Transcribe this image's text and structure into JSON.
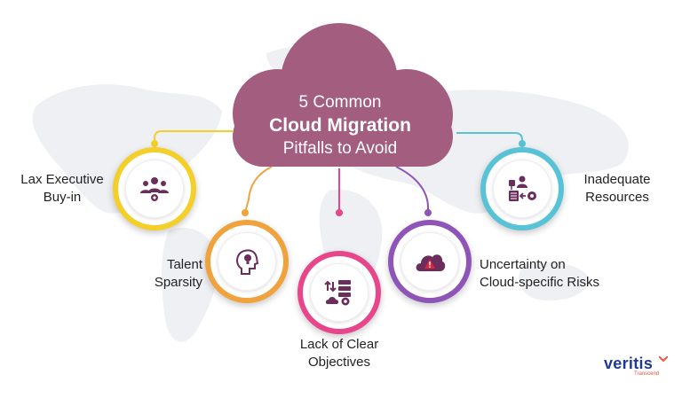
{
  "title": {
    "line1": "5 Common",
    "line2": "Cloud Migration",
    "line3": "Pitfalls to Avoid"
  },
  "pitfalls": [
    {
      "line1": "Lax Executive",
      "line2": "Buy-in",
      "icon": "team-gear-icon",
      "color": "#f5cf29"
    },
    {
      "line1": "Talent",
      "line2": "Sparsity",
      "icon": "head-lightbulb-icon",
      "color": "#f0a23c"
    },
    {
      "line1": "Lack of Clear",
      "line2": "Objectives",
      "icon": "server-cloud-gear-icon",
      "color": "#e8458b"
    },
    {
      "line1": "Uncertainty on",
      "line2": "Cloud-specific Risks",
      "icon": "cloud-warning-icon",
      "color": "#8e54b8"
    },
    {
      "line1": "Inadequate",
      "line2": "Resources",
      "icon": "resource-exchange-icon",
      "color": "#58c3d6"
    }
  ],
  "colors": {
    "cloud": "#a35d7f",
    "icon": "#6b2d5c"
  },
  "logo": {
    "name": "veritis",
    "tagline": "Transcend"
  }
}
